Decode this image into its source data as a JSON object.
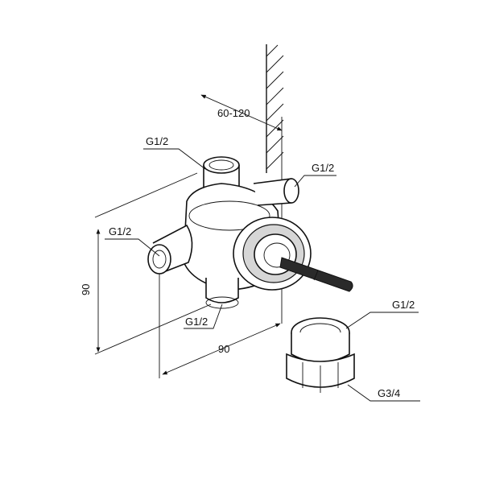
{
  "labels": {
    "top_inlet": "G1/2",
    "right_outlet": "G1/2",
    "left_inlet": "G1/2",
    "bottom_outlet": "G1/2",
    "adapter_top": "G1/2",
    "adapter_bottom": "G3/4",
    "wall_depth": "60-120",
    "height_dim": "90",
    "width_dim": "90"
  }
}
